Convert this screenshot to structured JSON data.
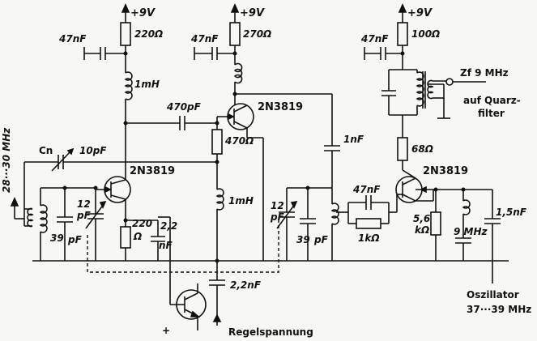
{
  "labels": {
    "supply": "+9V",
    "c47": "47nF",
    "r220": "220Ω",
    "r270": "270Ω",
    "r100": "100Ω",
    "l1mh": "1mH",
    "c470": "470pF",
    "fet": "2N3819",
    "r470": "470Ω",
    "c1nf": "1nF",
    "r68": "68Ω",
    "cn": "Cn",
    "c10": "10pF",
    "c12a": "12",
    "c12b": "pF",
    "c39a": "39",
    "c39b": "pF",
    "r220a": "220",
    "r220b": "Ω",
    "c22a": "2,2",
    "c22b": "nF",
    "c22nf": "2,2nF",
    "r1k": "1kΩ",
    "r56a": "5,6",
    "r56b": "kΩ",
    "c9mhz": "9 MHz",
    "c15": "1,5nF",
    "zf": "Zf 9 MHz",
    "quarz1": "auf Quarz-",
    "quarz2": "filter",
    "osc1": "Oszillator",
    "osc2": "37···39 MHz",
    "regel": "Regelspannung",
    "input": "28···30 MHz",
    "plus": "+"
  }
}
